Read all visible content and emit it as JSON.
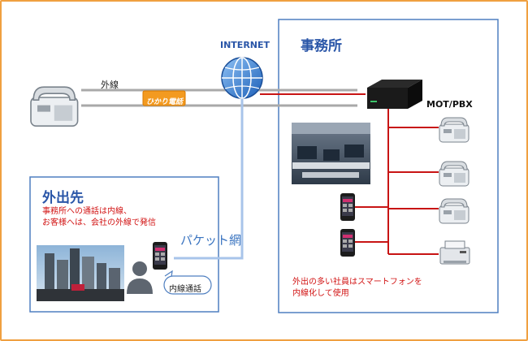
{
  "office": {
    "title": "事務所",
    "pbx_label": "MOT/PBX",
    "note_lines": [
      "外出の多い社員はスマートフォンを",
      "内線化して使用"
    ]
  },
  "internet": {
    "label": "INTERNET"
  },
  "external_line": {
    "label": "外線",
    "carrier_logo": "ひかり電話"
  },
  "remote": {
    "title": "外出先",
    "note_lines": [
      "事務所への通話は内線、",
      "お客様へは、会社の外線で発信"
    ],
    "bubble_text": "内線通話"
  },
  "packet_network": {
    "label": "パケット網"
  },
  "colors": {
    "frame": "#f0a040",
    "box_border": "#4f7fc0",
    "title_blue": "#2a56a8",
    "office_line": "#c81414",
    "packet_line": "#a8c4ea",
    "external_line": "#a9a9a9",
    "note_red": "#d21414",
    "logo_orange": "#f39a20"
  },
  "icons": [
    "desk-phone-icon",
    "globe-icon",
    "pbx-box-icon",
    "smartphone-icon",
    "fax-printer-icon",
    "person-icon",
    "office-photo",
    "city-photo"
  ]
}
